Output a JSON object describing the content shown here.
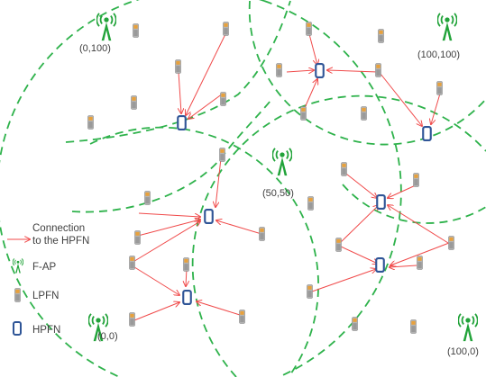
{
  "colors": {
    "boundary": "#2eb24b",
    "arrow": "#f04a4a",
    "fap": "#22a33a",
    "lpfn_body": "#aaaaaa",
    "lpfn_top": "#e8a13c",
    "hpfn": "#2f5597",
    "text": "#404040"
  },
  "fap_labels": {
    "top_left": "(0,100)",
    "top_right": "(100,100)",
    "center": "(50,50)",
    "bottom_left": "(0,0)",
    "bottom_right": "(100,0)"
  },
  "legend": {
    "connection_line1": "Connection",
    "connection_line2": "to the HPFN",
    "fap": "F-AP",
    "lpfn": "LPFN",
    "hpfn": "HPFN"
  },
  "icons": {
    "fap": "antenna-tower-icon",
    "lpfn": "mobile-phone-icon",
    "hpfn": "smartphone-icon"
  }
}
